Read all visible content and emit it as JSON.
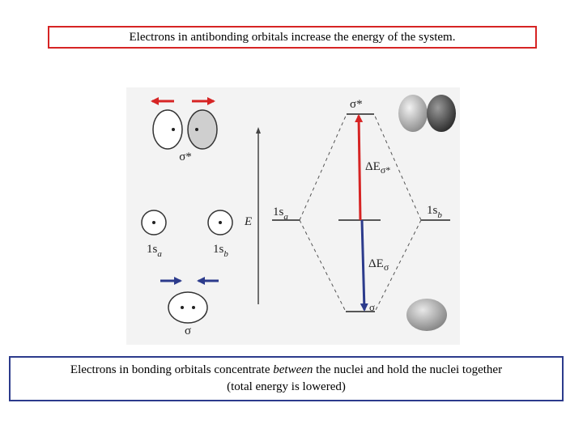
{
  "top_caption": "Electrons in antibonding orbitals increase the energy of the system.",
  "bottom_caption": {
    "line1_before": "Electrons in bonding orbitals concentrate ",
    "line1_emphasis": "between",
    "line1_after": " the nuclei and hold the nuclei together",
    "line2": "(total energy is lowered)"
  },
  "left_panel": {
    "sigma_star_label": "σ*",
    "sigma_label": "σ",
    "orbital_a_label_main": "1s",
    "orbital_a_label_sub": "a",
    "orbital_b_label_main": "1s",
    "orbital_b_label_sub": "b"
  },
  "energy_diagram": {
    "axis_label": "E",
    "sigma_star_level_label": "σ*",
    "sigma_level_label": "σ",
    "atomic_a_label_main": "1s",
    "atomic_a_label_sub": "a",
    "atomic_b_label_main": "1s",
    "atomic_b_label_sub": "b",
    "delta_sigma_star_main": "ΔE",
    "delta_sigma_star_sub": "σ*",
    "delta_sigma_main": "ΔE",
    "delta_sigma_sub": "σ"
  },
  "colors": {
    "top_border": "#d62424",
    "bottom_border": "#2c3b8c",
    "antibonding_arrow": "#d62424",
    "bonding_arrow": "#2c3b8c"
  }
}
